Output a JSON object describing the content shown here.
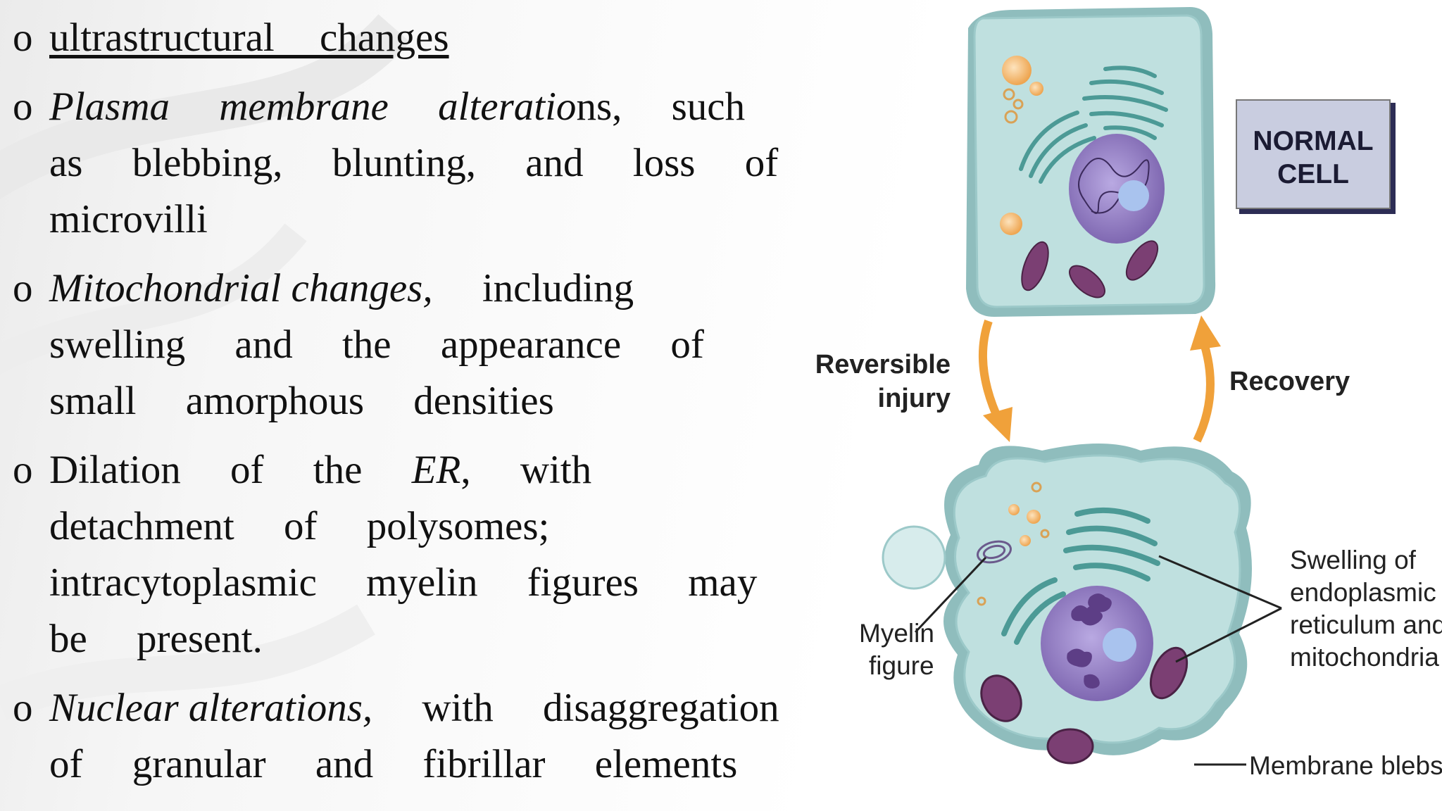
{
  "bullets": [
    {
      "parts": [
        {
          "text": "ultrastructural changes",
          "style": "underline"
        }
      ]
    },
    {
      "parts": [
        {
          "text": "Plasma membrane alteratio",
          "style": "italic"
        },
        {
          "text": "ns, such as blebbing, blunting, and loss of microvilli",
          "style": "normal"
        }
      ]
    },
    {
      "parts": [
        {
          "text": "Mitochondrial changes,",
          "style": "italic"
        },
        {
          "text": " including swelling and the appearance of small amorphous densities",
          "style": "normal"
        }
      ]
    },
    {
      "parts": [
        {
          "text": "Dilation of the ",
          "style": "normal"
        },
        {
          "text": "ER",
          "style": "italic"
        },
        {
          "text": ", with detachment of polysomes; intracytoplasmic myelin figures may be present.",
          "style": "normal"
        }
      ]
    },
    {
      "parts": [
        {
          "text": "Nuclear alterations,",
          "style": "italic"
        },
        {
          "text": " with disaggregation of granular and fibrillar elements",
          "style": "normal"
        }
      ]
    }
  ],
  "diagram": {
    "normal_cell_line1": "NORMAL",
    "normal_cell_line2": "CELL",
    "reversible_line1": "Reversible",
    "reversible_line2": "injury",
    "recovery": "Recovery",
    "myelin_line1": "Myelin",
    "myelin_line2": "figure",
    "swelling_line1": "Swelling of",
    "swelling_line2": "endoplasmic",
    "swelling_line3": "reticulum and",
    "swelling_line4": "mitochondria",
    "membrane_blebs": "Membrane blebs"
  },
  "colors": {
    "cell_fill": "#b9dcdc",
    "cell_edge": "#8cbcbf",
    "nucleus": "#8f78bf",
    "nucleolus": "#a9c3ee",
    "mitochondria": "#7b3f73",
    "arrow": "#f0a13a",
    "lipid": "#f2b25f"
  }
}
